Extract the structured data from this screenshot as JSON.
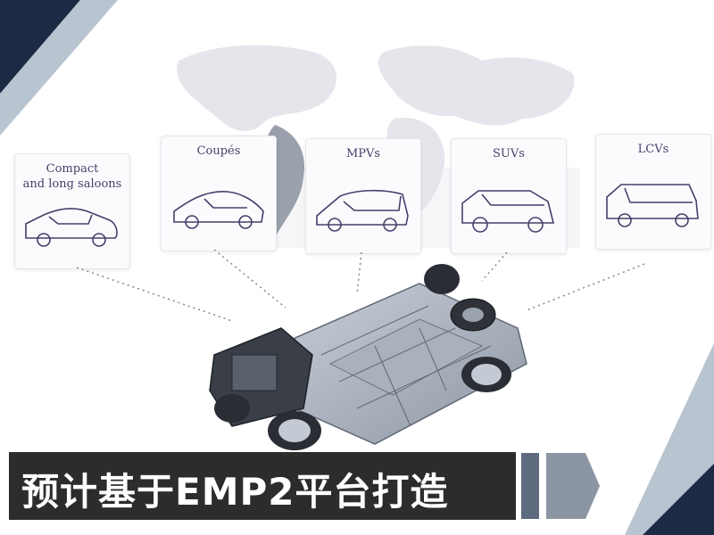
{
  "categories": [
    {
      "id": "compact",
      "label_line1": "Compact",
      "label_line2": "and long saloons"
    },
    {
      "id": "coupes",
      "label_line1": "Coupés",
      "label_line2": ""
    },
    {
      "id": "mpvs",
      "label_line1": "MPVs",
      "label_line2": ""
    },
    {
      "id": "suvs",
      "label_line1": "SUVs",
      "label_line2": ""
    },
    {
      "id": "lcvs",
      "label_line1": "LCVs",
      "label_line2": ""
    }
  ],
  "caption": "预计基于EMP2平台打造",
  "colors": {
    "navy": "#1c2a44",
    "steel": "#b9c4d1",
    "sketch": "#4a3d6b",
    "caption_bg": "#2c2c2c"
  }
}
